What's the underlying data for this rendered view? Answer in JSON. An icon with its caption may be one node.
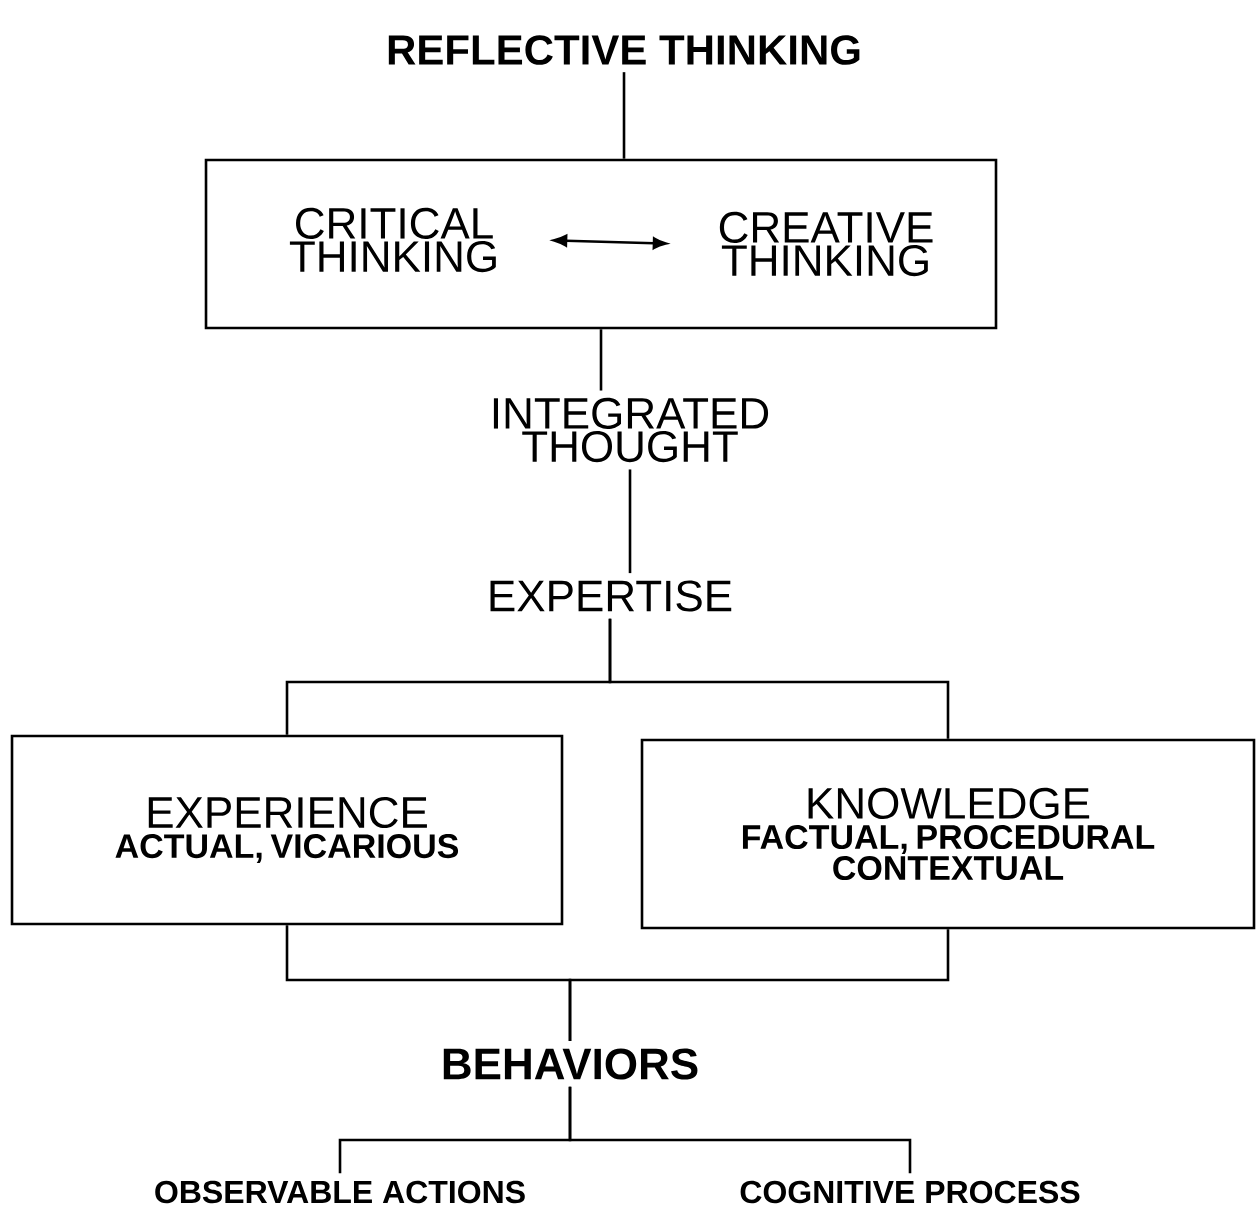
{
  "diagram": {
    "nodes": [
      {
        "text": [
          "REFLECTIVE THINKING"
        ]
      },
      {
        "text": [],
        "shape": "box"
      },
      {
        "text": [
          "CRITICAL THINKING"
        ],
        "in": 1
      },
      {
        "text": [
          "CREATIVE THINKING"
        ],
        "in": 1
      },
      {
        "text": [
          "INTEGRATED THOUGHT"
        ]
      },
      {
        "text": [
          "EXPERTISE"
        ]
      },
      {
        "text": [
          "EXPERIENCE",
          "ACTUAL, VICARIOUS"
        ]
      },
      {
        "text": [
          "KNOWLEDGE",
          "FACTUAL, PROCEDURAL CONTEXTUAL"
        ]
      },
      {
        "text": [
          "BEHAVIORS"
        ]
      },
      {
        "text": [
          "OBSERVABLE ACTIONS"
        ]
      },
      {
        "text": [
          "COGNITIVE PROCESS"
        ]
      }
    ],
    "edges": [
      {
        "from": 0,
        "to": 1,
        "arrow": "none"
      },
      {
        "from": 2,
        "to": 3,
        "arrow": "both"
      },
      {
        "from": 1,
        "to": 4,
        "arrow": "none"
      },
      {
        "from": 4,
        "to": 5,
        "arrow": "none"
      },
      {
        "from": 5,
        "to": 6,
        "arrow": "none"
      },
      {
        "from": 5,
        "to": 7,
        "arrow": "none"
      },
      {
        "from": 6,
        "to": 8,
        "arrow": "none"
      },
      {
        "from": 7,
        "to": 8,
        "arrow": "none"
      },
      {
        "from": 8,
        "to": 9,
        "arrow": "none"
      },
      {
        "from": 8,
        "to": 10,
        "arrow": "none"
      }
    ]
  }
}
